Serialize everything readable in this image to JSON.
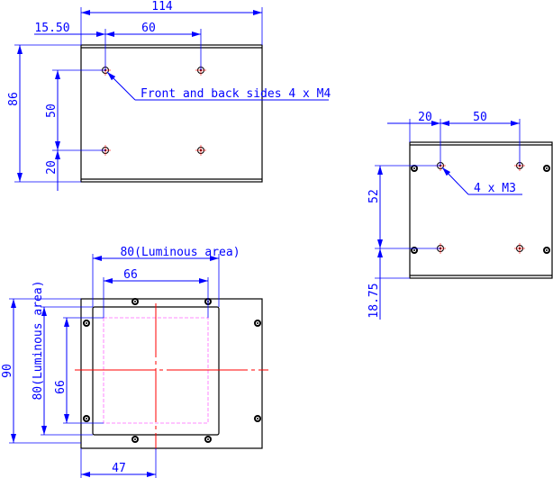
{
  "top_view": {
    "width_dim": "114",
    "offset_dim": "15.50",
    "hole_spacing_h": "60",
    "height_dim": "86",
    "hole_spacing_v": "50",
    "bottom_offset": "20",
    "note": "Front and back sides 4 x  M4"
  },
  "side_view": {
    "offset_dim": "20",
    "hole_spacing_h": "50",
    "hole_spacing_v": "52",
    "bottom_offset": "18.75",
    "note": "4 x  M3"
  },
  "front_view": {
    "luminous_width": "80(Luminous area)",
    "inner_width": "66",
    "height_dim": "90",
    "luminous_height": "80(Luminous area)",
    "inner_height": "66",
    "center_offset": "47"
  },
  "colors": {
    "dimension": "#0000ff",
    "centerline": "#ff0000",
    "luminous": "#ff66ff"
  }
}
